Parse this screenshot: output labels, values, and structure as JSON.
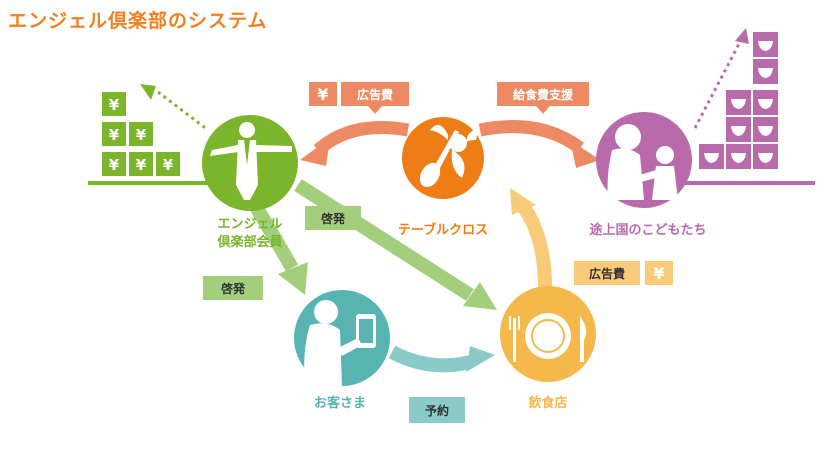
{
  "title": "エンジェル倶楽部のシステム",
  "nodes": {
    "member": {
      "label_line1": "エンジェル",
      "label_line2": "倶楽部会員"
    },
    "tablecross": {
      "label": "テーブルクロス"
    },
    "children": {
      "label": "途上国のこどもたち"
    },
    "customer": {
      "label": "お客さま"
    },
    "restaurant": {
      "label": "飲食店"
    }
  },
  "tags": {
    "ad_fee_top": "広告費",
    "meal_support": "給食費支援",
    "awareness_1": "啓発",
    "awareness_2": "啓発",
    "ad_fee_right": "広告費",
    "reservation": "予約"
  },
  "yen_symbol": "¥",
  "colors": {
    "title": "#f08022",
    "green": "#7ab52b",
    "orange": "#ef7d15",
    "purple": "#b86aaa",
    "teal": "#57b4b1",
    "yellow": "#f4b94a",
    "salmon": "#ed8a63",
    "light_green": "#a3cf7c",
    "light_yellow": "#f8cb7a",
    "light_teal": "#8acbc9"
  },
  "icons": [
    "yen-coin-icon",
    "businessman-icon",
    "angel-spoon-icon",
    "mother-child-icon",
    "smartphone-person-icon",
    "plate-fork-knife-icon",
    "rice-bowl-icon"
  ]
}
